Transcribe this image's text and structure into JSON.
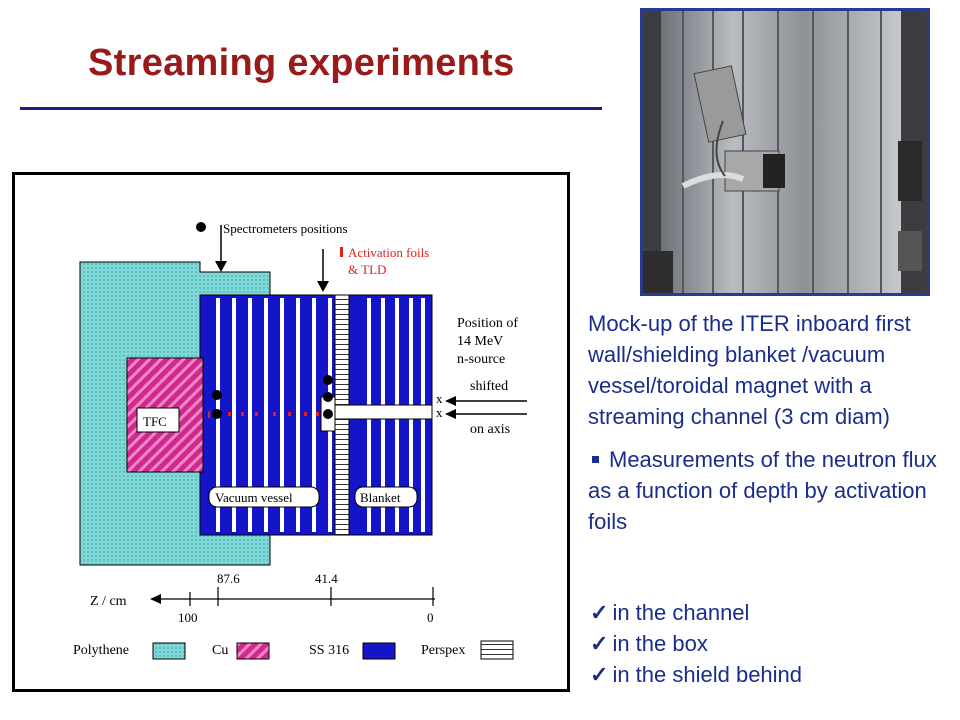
{
  "title": "Streaming experiments",
  "photo": {
    "label": "photo-of-mockup"
  },
  "description": "Mock-up of the ITER inboard first wall/shielding blanket /vacuum vessel/toroidal magnet with a streaming channel (3 cm diam)",
  "bullet": "Measurements of the neutron flux as a function of depth by activation foils",
  "checks": [
    "in the channel",
    "in the box",
    "in the shield behind"
  ],
  "diagram": {
    "spectrometers_label": "Spectrometers positions",
    "activation_label_1": "Activation foils",
    "activation_label_2": "& TLD",
    "position_label_1": "Position of",
    "position_label_2": "14 MeV",
    "position_label_3": "n-source",
    "shifted_label": "shifted",
    "on_axis_label": "on axis",
    "x_mark": "x",
    "tfc_label": "TFC",
    "vacuum_label": "Vacuum vessel",
    "blanket_label": "Blanket",
    "z_label": "Z / cm",
    "ticks_top": [
      "87.6",
      "41.4"
    ],
    "ticks_bottom": [
      "100",
      "0"
    ],
    "legend": [
      "Polythene",
      "Cu",
      "SS 316",
      "Perspex"
    ],
    "colors": {
      "polythene": "#7fd8d8",
      "cu": "#d0288c",
      "ss316": "#1414c8",
      "activation": "#e02020",
      "photo_border": "#2c3a8c",
      "title": "#9a1a1a",
      "text": "#1a2d8a"
    }
  }
}
